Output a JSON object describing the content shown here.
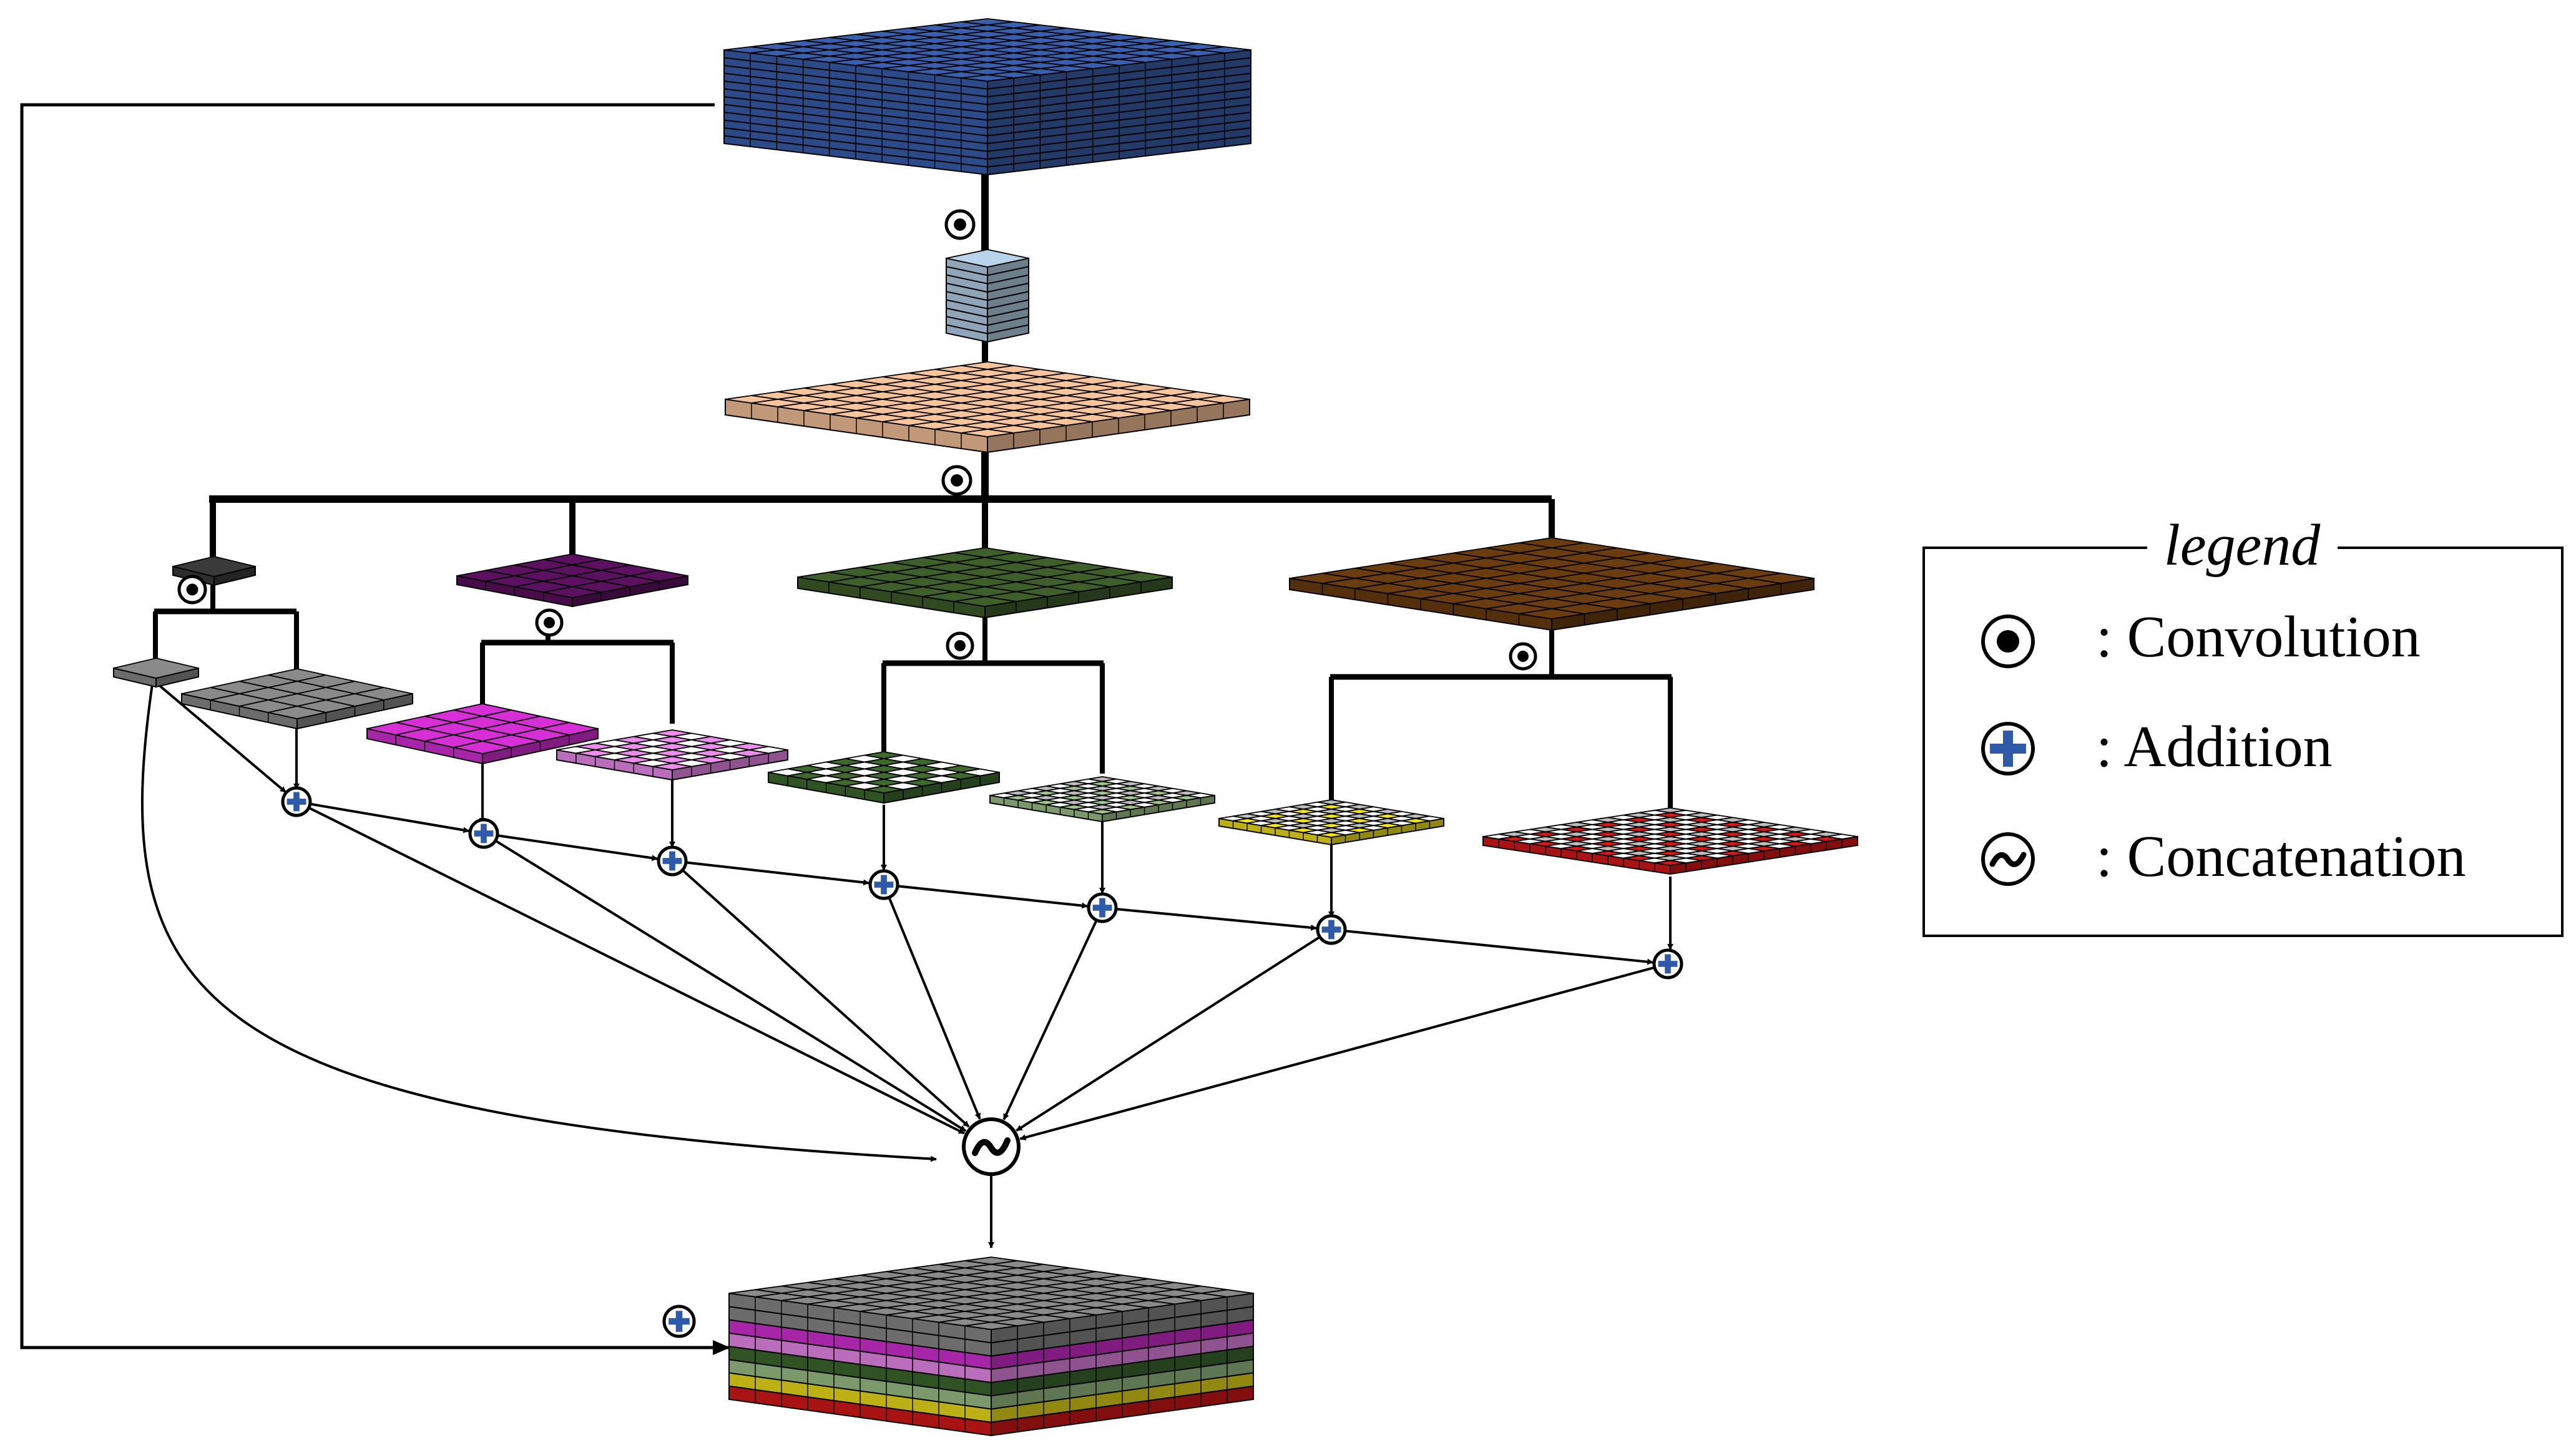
{
  "legend": {
    "title": "legend",
    "items": [
      {
        "symbol": "convolution-icon",
        "label": ": Convolution"
      },
      {
        "symbol": "addition-icon",
        "label": ": Addition"
      },
      {
        "symbol": "concatenation-icon",
        "label": ": Concatenation"
      }
    ]
  },
  "colors": {
    "input_blue": "#3a5fae",
    "kernel_light_blue": "#b8d3ea",
    "feature_peach": "#f8c49b",
    "branch_dark_gray": "#3a3a3a",
    "branch_purple": "#5c1060",
    "branch_green": "#3e5e2a",
    "branch_brown": "#6a3c10",
    "gray_cells": "#8a8a8a",
    "magenta_cells": "#d62fd6",
    "light_magenta_cells": "#ee8cee",
    "green_cells": "#3e6a2e",
    "light_green_cells": "#9fc48a",
    "yellow_cells": "#f2e21c",
    "red_cells": "#d81818",
    "addition_blue": "#2f5aa8"
  },
  "output_layers": [
    "#d81818",
    "#f2e21c",
    "#9fc48a",
    "#3e6a2e",
    "#ee8cee",
    "#d62fd6",
    "#8a8a8a",
    "#8a8a8a"
  ]
}
